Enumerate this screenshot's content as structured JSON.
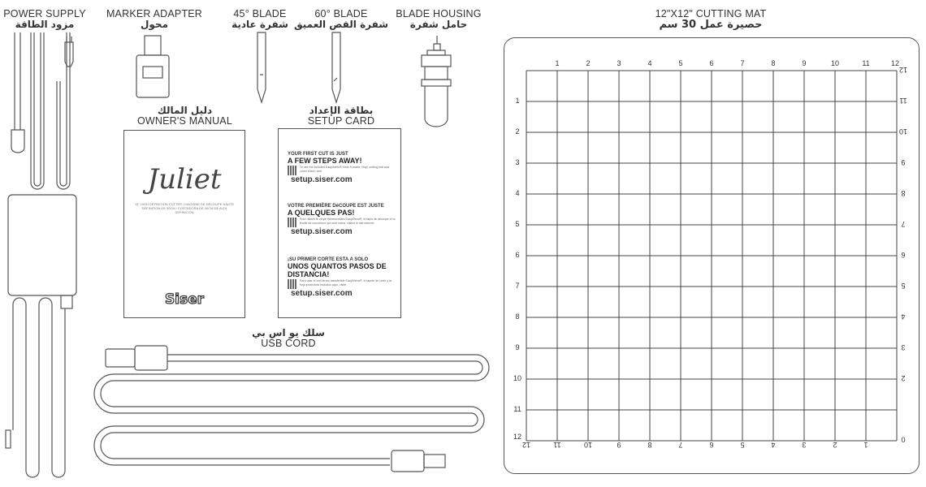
{
  "labels": {
    "power_supply": {
      "en": "POWER SUPPLY",
      "ar": "مزود الطاقة"
    },
    "marker_adapter": {
      "en": "MARKER ADAPTER",
      "ar": "محول"
    },
    "blade_45": {
      "en": "45° BLADE",
      "ar": "شفرة عادية"
    },
    "blade_60": {
      "en": "60° BLADE",
      "ar": "شفرة القص العميق"
    },
    "blade_housing": {
      "en": "BLADE HOUSING",
      "ar": "حامل شفرة"
    },
    "owners_manual": {
      "en": "OWNER'S MANUAL",
      "ar": "دليل المالك"
    },
    "setup_card": {
      "en": "SETUP CARD",
      "ar": "بطاقة الإعداد"
    },
    "usb_cord": {
      "en": "USB CORD",
      "ar": "سلك يو اس بي"
    },
    "cutting_mat": {
      "en": "12\"X12\" CUTTING MAT",
      "ar": "حصيرة عمل 30 سم"
    }
  },
  "manual": {
    "title": "Juliet",
    "subtitle": "12\" HIGH DEFINITION CUTTER / MACHINE DE DÉCOUPE HAUTE DÉFINITION DE 30CM / CORTADORA DE 30CM DE ALTA DEFINICIÓN",
    "brand": "Siser"
  },
  "setup_card": {
    "sections": [
      {
        "kicker": "YOUR FIRST CUT IS JUST",
        "headline": "A FEW STEPS AWAY!",
        "body": "To use the included EasyWeed® Heat Transfer Vinyl, cutting mat and cover sheet, visit",
        "url": "setup.siser.com"
      },
      {
        "kicker": "VOTRE PREMIÈRE DéCOUPE EST JUSTE",
        "headline": "A QUELQUES PAS!",
        "body": "Pour utiliser le vinyle thermocollant EasyWeed®, le tapis de découpe et la feuille de couverture qui sont inclus, visitez le site internet",
        "url": "setup.siser.com"
      },
      {
        "kicker": "¡SU PRIMER CORTE ESTA A SOLO",
        "headline": "UNOS QUANTOS PASOS DE DISTANCIA!",
        "body": "Para usar el vinil termo transferible EasyWeed®, el tapete de corte y la hoja protectora incluidos aquí, visite",
        "url": "setup.siser.com"
      }
    ]
  },
  "mat": {
    "top_ticks": [
      "1",
      "2",
      "3",
      "4",
      "5",
      "6",
      "7",
      "8",
      "9",
      "10",
      "11",
      "12"
    ],
    "left_ticks": [
      "1",
      "2",
      "3",
      "4",
      "5",
      "6",
      "7",
      "8",
      "9",
      "10",
      "11",
      "12"
    ],
    "right_ticks": [
      "12",
      "11",
      "10",
      "9",
      "8",
      "7",
      "6",
      "5",
      "4",
      "3",
      "2"
    ],
    "bottom_ticks": [
      "12",
      "11",
      "10",
      "9",
      "8",
      "7",
      "6",
      "5",
      "4",
      "3",
      "2",
      "1"
    ],
    "origin": "0"
  }
}
